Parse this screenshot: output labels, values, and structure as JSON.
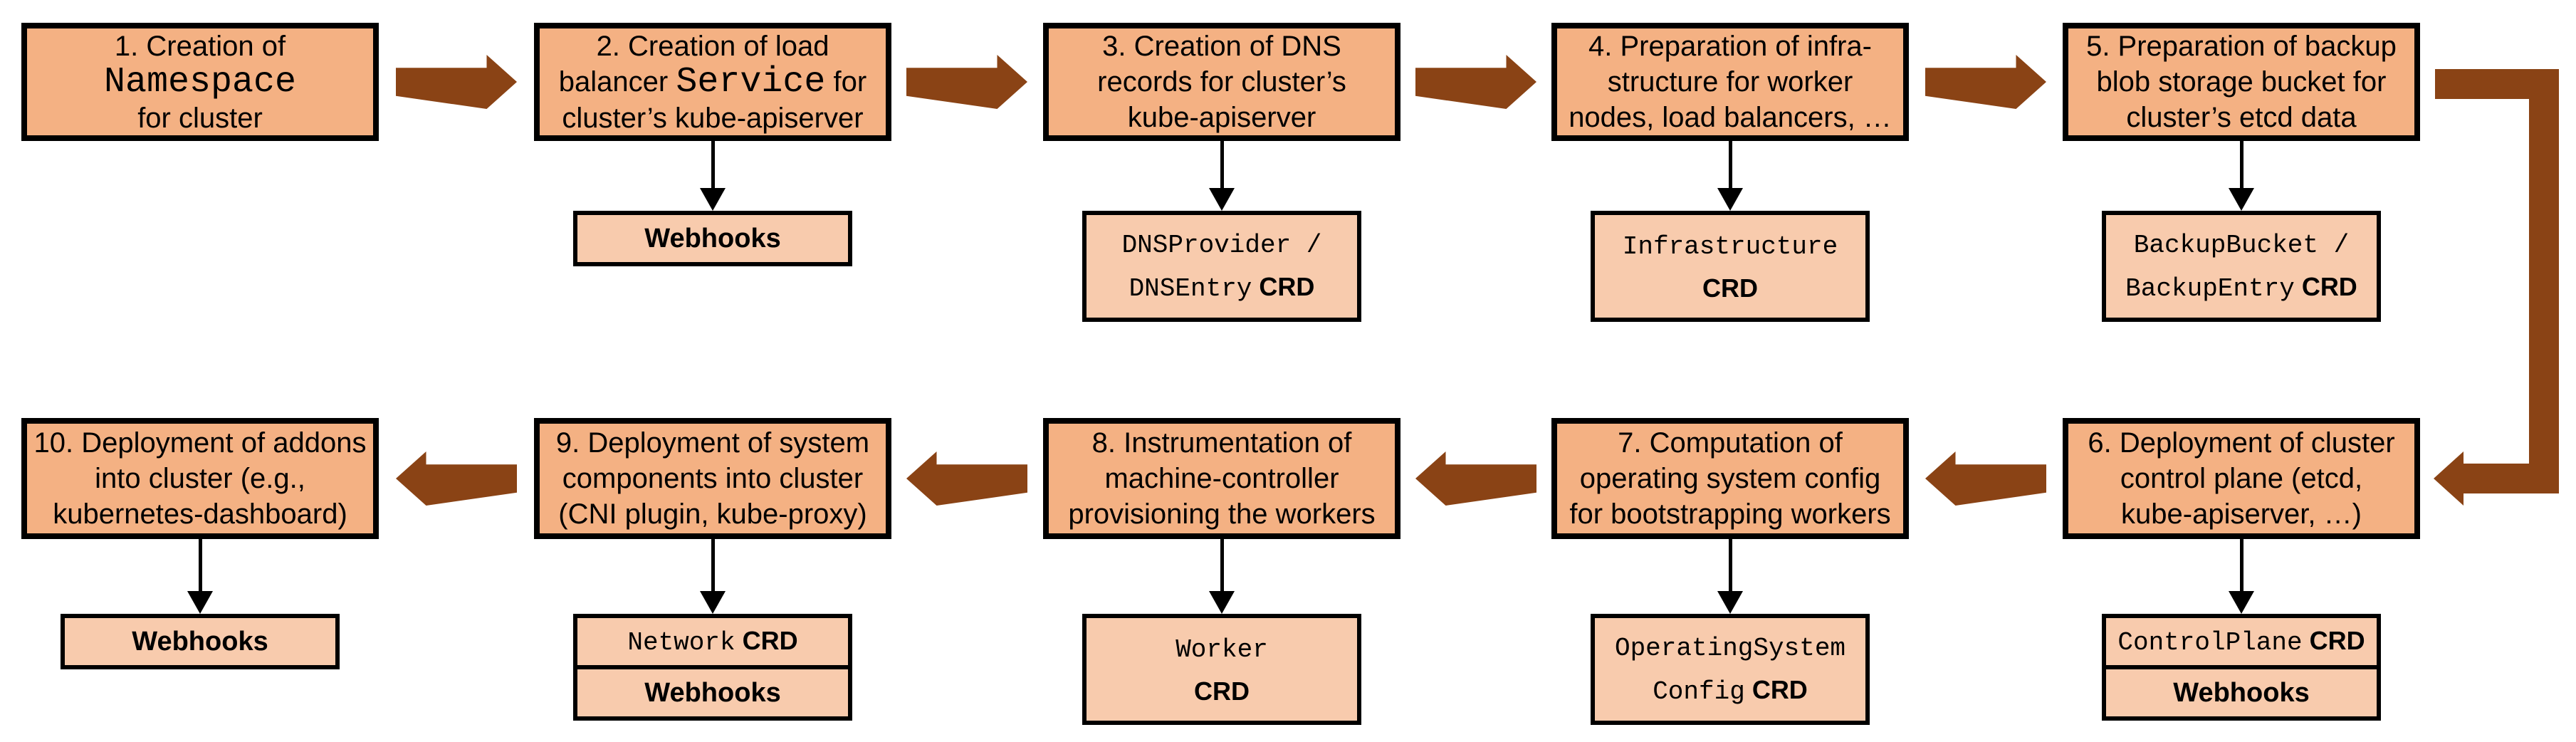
{
  "diagram": {
    "colors": {
      "background": "#FFFFFF",
      "step_fill": "#F4B183",
      "sub_fill": "#F8CBAD",
      "border": "#000000",
      "text": "#000000",
      "flow_arrow": "#8A4315"
    },
    "flow": {
      "row1_direction": "left-to-right",
      "row2_direction": "right-to-left",
      "row_connector": "elbow from step 5 down-left into step 6"
    },
    "steps": [
      {
        "row": 1,
        "col": 1,
        "lines": [
          [
            {
              "s": "p",
              "t": "1. Creation of"
            }
          ],
          [
            {
              "s": "m",
              "t": "Namespace"
            }
          ],
          [
            {
              "s": "p",
              "t": "for cluster"
            }
          ]
        ],
        "subs": []
      },
      {
        "row": 1,
        "col": 2,
        "lines": [
          [
            {
              "s": "p",
              "t": "2. Creation of load"
            }
          ],
          [
            {
              "s": "p",
              "t": "balancer "
            },
            {
              "s": "m",
              "t": "Service"
            },
            {
              "s": "p",
              "t": " for"
            }
          ],
          [
            {
              "s": "p",
              "t": "cluster’s kube-apiserver"
            }
          ]
        ],
        "subs": [
          {
            "kind": "short",
            "lines": [
              [
                {
                  "s": "w",
                  "t": "Webhooks"
                }
              ]
            ]
          }
        ]
      },
      {
        "row": 1,
        "col": 3,
        "lines": [
          [
            {
              "s": "p",
              "t": "3. Creation of DNS"
            }
          ],
          [
            {
              "s": "p",
              "t": "records for cluster’s"
            }
          ],
          [
            {
              "s": "p",
              "t": "kube-apiserver"
            }
          ]
        ],
        "subs": [
          {
            "kind": "tall",
            "lines": [
              [
                {
                  "s": "m",
                  "t": "DNSProvider /"
                }
              ],
              [
                {
                  "s": "m",
                  "t": "DNSEntry"
                },
                {
                  "s": "b",
                  "t": " CRD"
                }
              ]
            ]
          }
        ]
      },
      {
        "row": 1,
        "col": 4,
        "lines": [
          [
            {
              "s": "p",
              "t": "4. Preparation of infra-"
            }
          ],
          [
            {
              "s": "p",
              "t": "structure for worker"
            }
          ],
          [
            {
              "s": "p",
              "t": "nodes, load balancers, …"
            }
          ]
        ],
        "subs": [
          {
            "kind": "tall",
            "lines": [
              [
                {
                  "s": "m",
                  "t": "Infrastructure"
                }
              ],
              [
                {
                  "s": "b",
                  "t": "CRD"
                }
              ]
            ]
          }
        ]
      },
      {
        "row": 1,
        "col": 5,
        "lines": [
          [
            {
              "s": "p",
              "t": "5. Preparation of backup"
            }
          ],
          [
            {
              "s": "p",
              "t": "blob storage bucket for"
            }
          ],
          [
            {
              "s": "p",
              "t": "cluster’s etcd data"
            }
          ]
        ],
        "subs": [
          {
            "kind": "tall",
            "lines": [
              [
                {
                  "s": "m",
                  "t": "BackupBucket /"
                }
              ],
              [
                {
                  "s": "m",
                  "t": "BackupEntry"
                },
                {
                  "s": "b",
                  "t": " CRD"
                }
              ]
            ]
          }
        ]
      },
      {
        "row": 2,
        "col": 5,
        "lines": [
          [
            {
              "s": "p",
              "t": "6. Deployment of cluster"
            }
          ],
          [
            {
              "s": "p",
              "t": "control plane (etcd,"
            }
          ],
          [
            {
              "s": "p",
              "t": "kube-apiserver, …)"
            }
          ]
        ],
        "subs": [
          {
            "kind": "cell",
            "lines": [
              [
                {
                  "s": "m",
                  "t": "ControlPlane"
                },
                {
                  "s": "b",
                  "t": " CRD"
                }
              ]
            ]
          },
          {
            "kind": "cell",
            "lines": [
              [
                {
                  "s": "w",
                  "t": "Webhooks"
                }
              ]
            ]
          }
        ]
      },
      {
        "row": 2,
        "col": 4,
        "lines": [
          [
            {
              "s": "p",
              "t": "7. Computation of"
            }
          ],
          [
            {
              "s": "p",
              "t": "operating system config"
            }
          ],
          [
            {
              "s": "p",
              "t": "for bootstrapping workers"
            }
          ]
        ],
        "subs": [
          {
            "kind": "tall",
            "lines": [
              [
                {
                  "s": "m",
                  "t": "OperatingSystem"
                }
              ],
              [
                {
                  "s": "m",
                  "t": "Config"
                },
                {
                  "s": "b",
                  "t": " CRD"
                }
              ]
            ]
          }
        ]
      },
      {
        "row": 2,
        "col": 3,
        "lines": [
          [
            {
              "s": "p",
              "t": "8. Instrumentation of"
            }
          ],
          [
            {
              "s": "p",
              "t": "machine-controller"
            }
          ],
          [
            {
              "s": "p",
              "t": "provisioning the workers"
            }
          ]
        ],
        "subs": [
          {
            "kind": "tall",
            "lines": [
              [
                {
                  "s": "m",
                  "t": "Worker"
                }
              ],
              [
                {
                  "s": "b",
                  "t": "CRD"
                }
              ]
            ]
          }
        ]
      },
      {
        "row": 2,
        "col": 2,
        "lines": [
          [
            {
              "s": "p",
              "t": "9. Deployment of system"
            }
          ],
          [
            {
              "s": "p",
              "t": "components into cluster"
            }
          ],
          [
            {
              "s": "p",
              "t": "(CNI plugin, kube-proxy)"
            }
          ]
        ],
        "subs": [
          {
            "kind": "cell",
            "lines": [
              [
                {
                  "s": "m",
                  "t": "Network"
                },
                {
                  "s": "b",
                  "t": " CRD"
                }
              ]
            ]
          },
          {
            "kind": "cell",
            "lines": [
              [
                {
                  "s": "w",
                  "t": "Webhooks"
                }
              ]
            ]
          }
        ]
      },
      {
        "row": 2,
        "col": 1,
        "lines": [
          [
            {
              "s": "p",
              "t": "10. Deployment of addons"
            }
          ],
          [
            {
              "s": "p",
              "t": "into cluster (e.g.,"
            }
          ],
          [
            {
              "s": "p",
              "t": "kubernetes-dashboard)"
            }
          ]
        ],
        "subs": [
          {
            "kind": "short",
            "lines": [
              [
                {
                  "s": "w",
                  "t": "Webhooks"
                }
              ]
            ]
          }
        ]
      }
    ]
  }
}
